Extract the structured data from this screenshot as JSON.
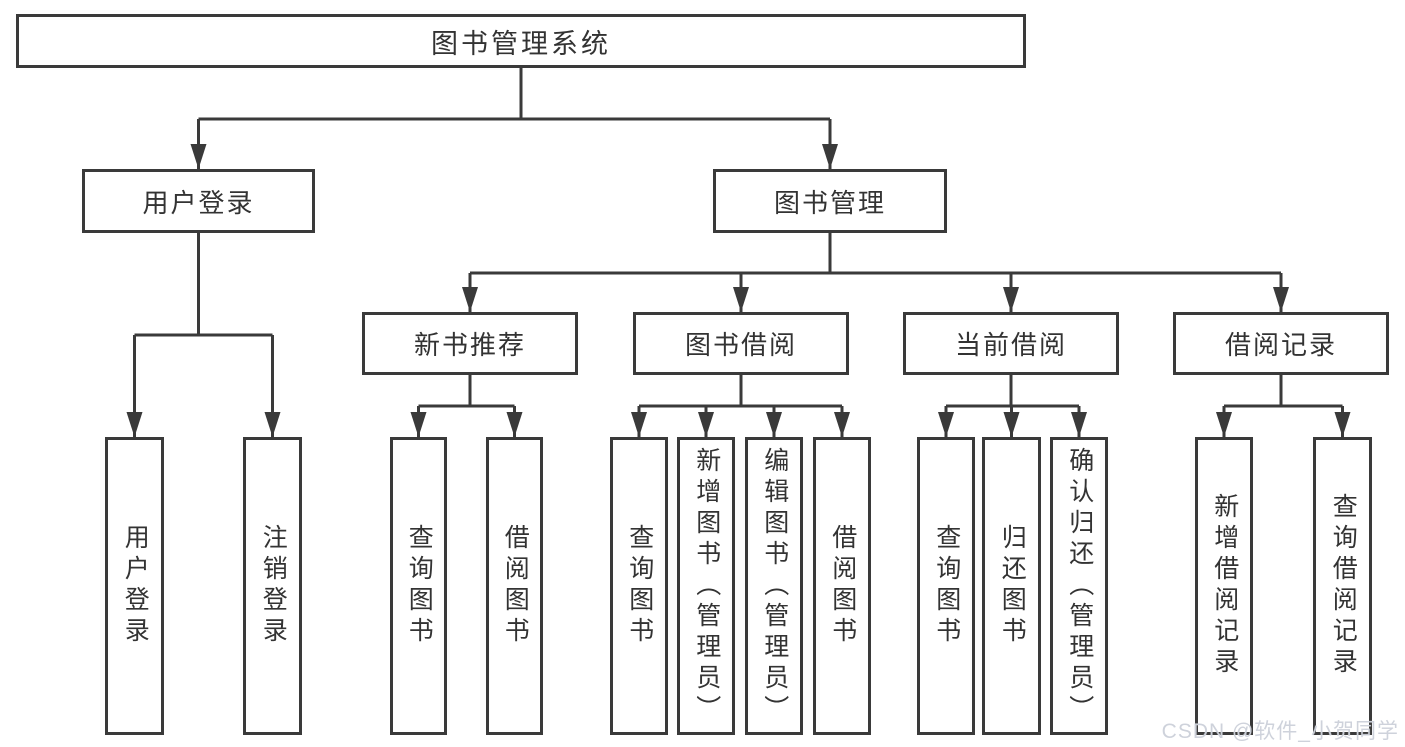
{
  "tree": {
    "root": {
      "label": "图书管理系统"
    },
    "branches": [
      {
        "label": "用户登录",
        "children": [
          {
            "label": "用户登录"
          },
          {
            "label": "注销登录"
          }
        ]
      },
      {
        "label": "图书管理",
        "children": [
          {
            "label": "新书推荐",
            "children": [
              {
                "label": "查询图书"
              },
              {
                "label": "借阅图书"
              }
            ]
          },
          {
            "label": "图书借阅",
            "children": [
              {
                "label": "查询图书"
              },
              {
                "label": "新增图书（管理员）"
              },
              {
                "label": "编辑图书（管理员）"
              },
              {
                "label": "借阅图书"
              }
            ]
          },
          {
            "label": "当前借阅",
            "children": [
              {
                "label": "查询图书"
              },
              {
                "label": "归还图书"
              },
              {
                "label": "确认归还（管理员）"
              }
            ]
          },
          {
            "label": "借阅记录",
            "children": [
              {
                "label": "新增借阅记录"
              },
              {
                "label": "查询借阅记录"
              }
            ]
          }
        ]
      }
    ]
  },
  "watermark": {
    "text": "CSDN @软件_小贺同学"
  },
  "colors": {
    "line": "#3a3a3a",
    "box_border": "#3a3a3a",
    "text": "#333333",
    "background": "#ffffff",
    "watermark": "#cbd0d9"
  }
}
